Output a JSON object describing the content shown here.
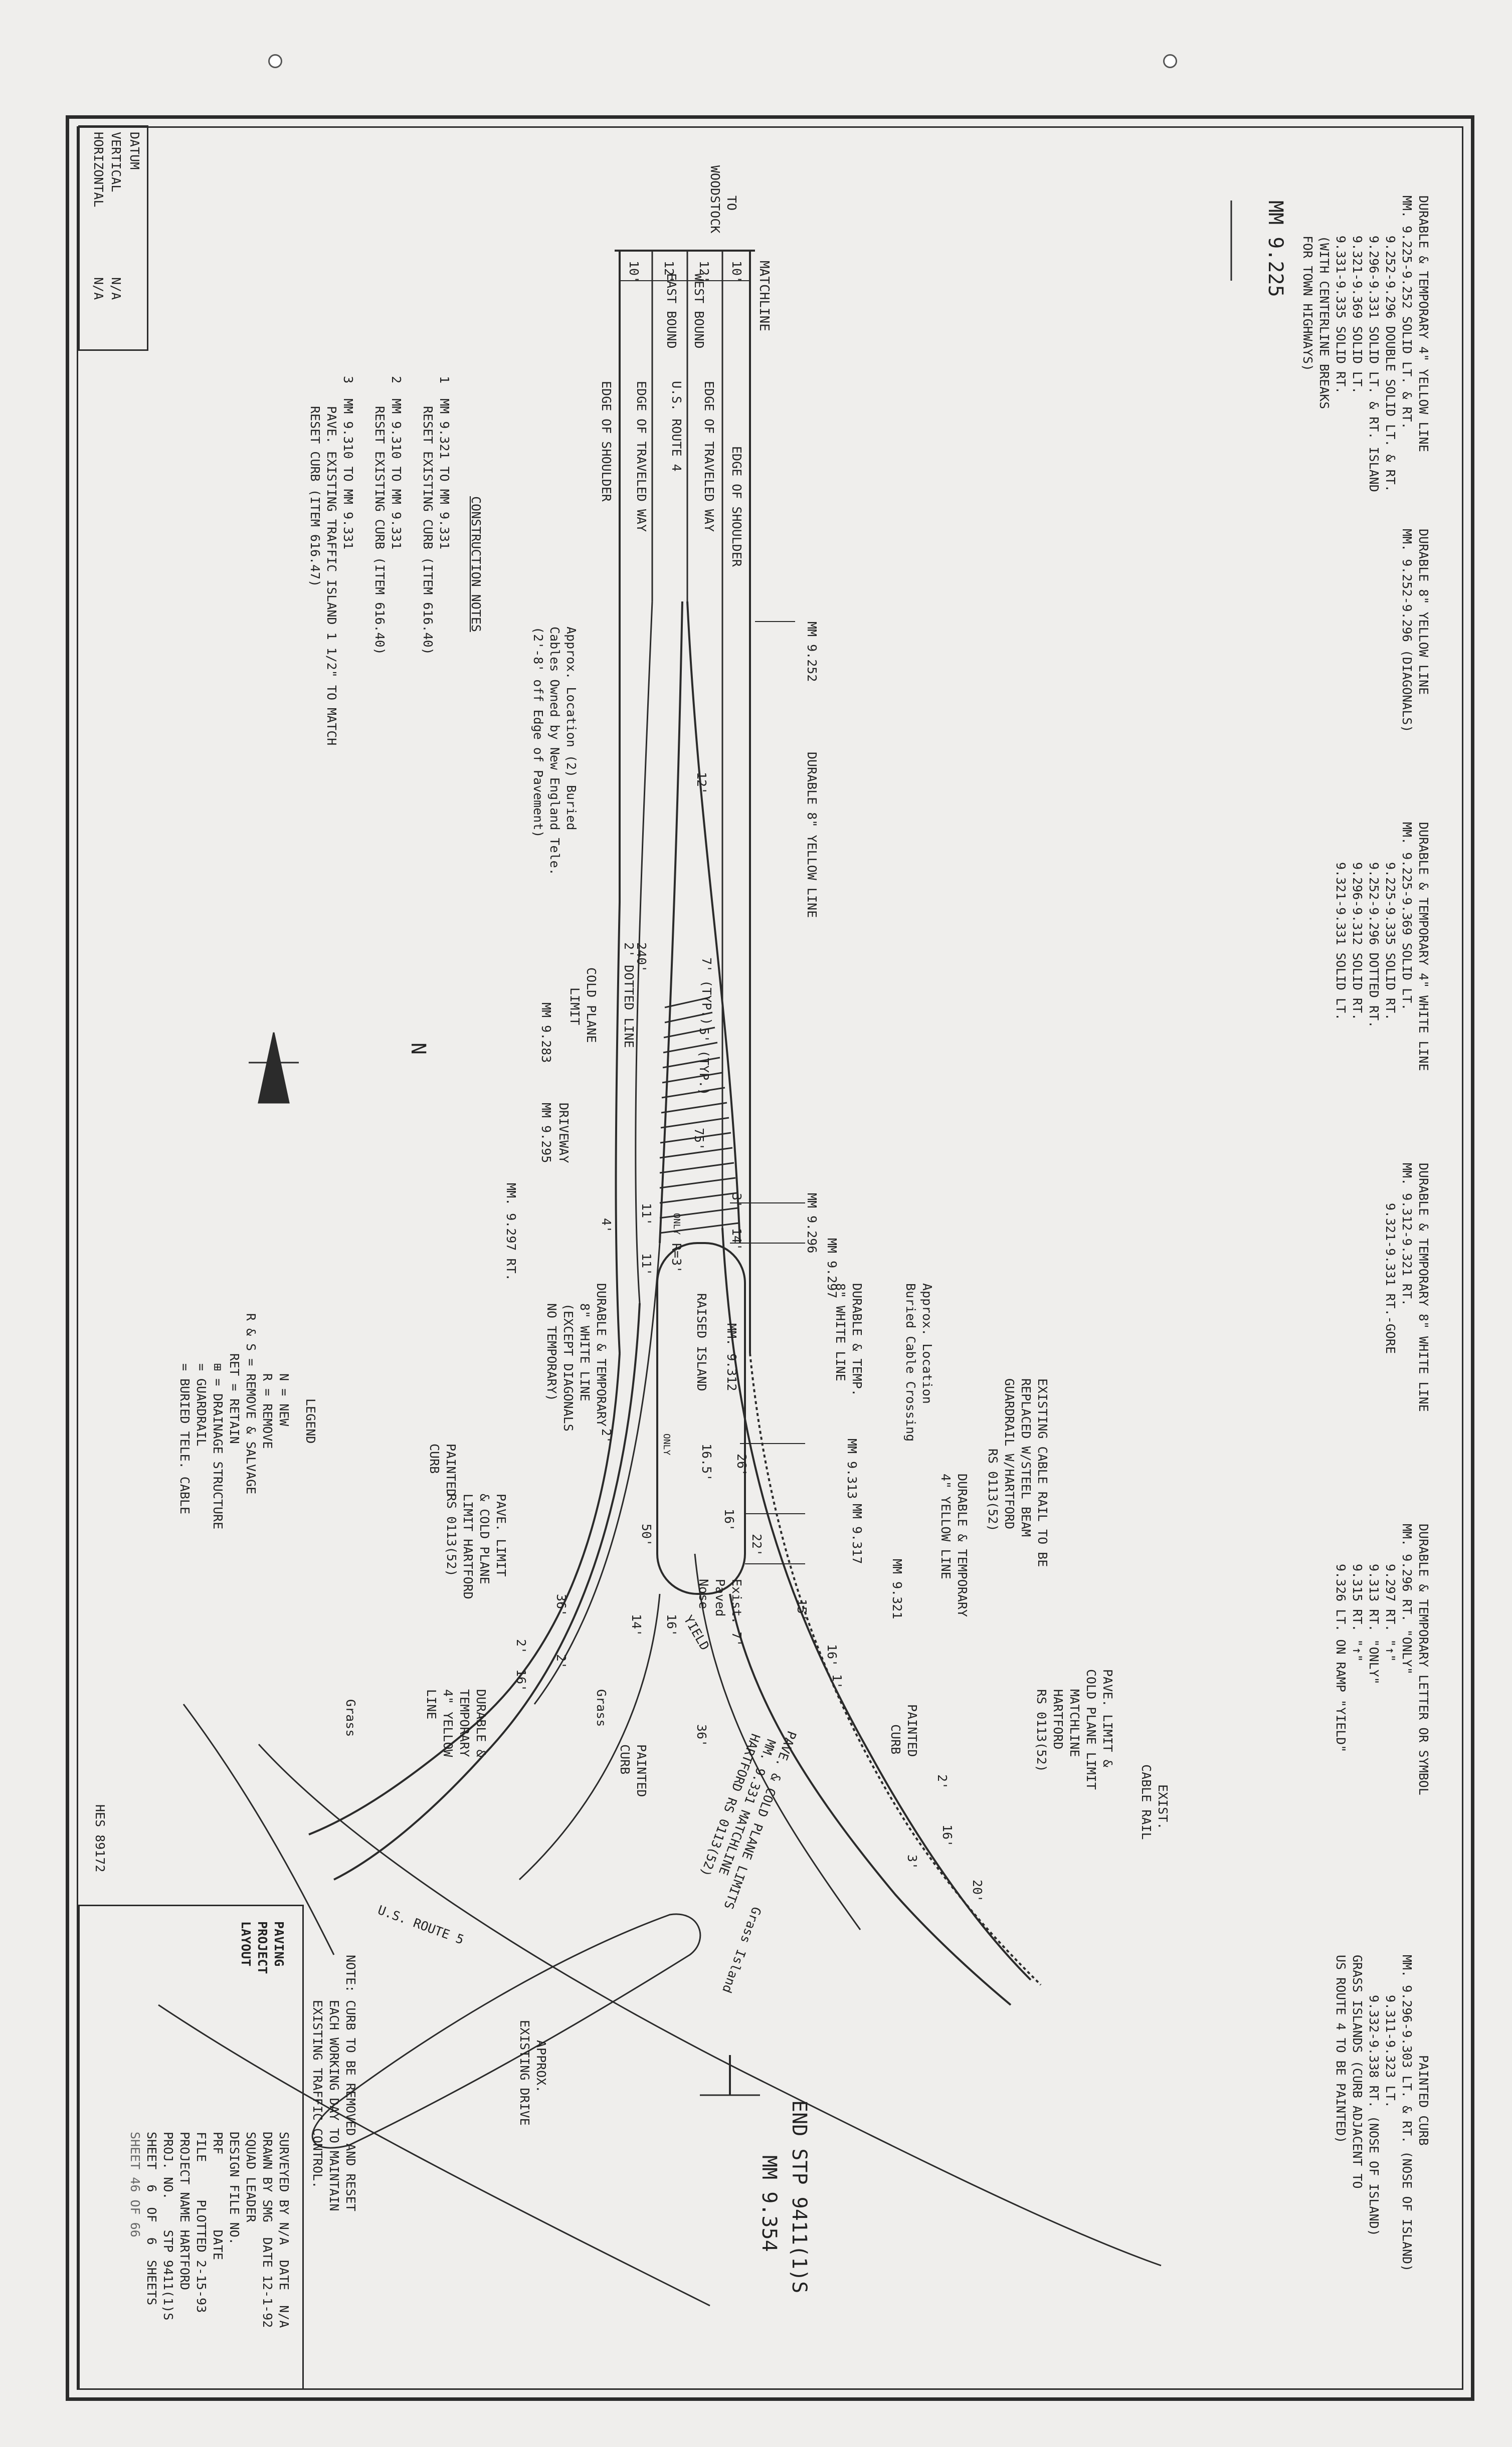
{
  "mm_start": "MM 9.225",
  "mm_end": "MM 9.354",
  "end_label": "END STP 9411(1)S",
  "to_label": "TO",
  "to_town": "WOODSTOCK",
  "matchline": "MATCHLINE",
  "north": "N",
  "hes": "HES 89172",
  "datum": {
    "title": "DATUM",
    "vertical": "VERTICAL",
    "horizontal": "HORIZONTAL",
    "v_val": "N/A",
    "h_val": "N/A"
  },
  "notes_top": [
    {
      "title": "DURABLE & TEMPORARY 4\" YELLOW LINE",
      "lines": [
        "MM. 9.225-9.252 SOLID LT. & RT.",
        "9.252-9.296 DOUBLE SOLID LT. & RT.",
        "9.296-9.331 SOLID LT. & RT. ISLAND",
        "9.321-9.369 SOLID LT.",
        "9.331-9.335 SOLID RT.",
        "(WITH CENTERLINE BREAKS",
        "FOR TOWN HIGHWAYS)"
      ]
    },
    {
      "title": "DURABLE 8\" YELLOW LINE",
      "lines": [
        "MM. 9.252-9.296 (DIAGONALS)"
      ]
    },
    {
      "title": "DURABLE & TEMPORARY 4\" WHITE LINE",
      "lines": [
        "MM. 9.225-9.369 SOLID LT.",
        "9.225-9.335 SOLID RT.",
        "9.252-9.296 DOTTED RT.",
        "9.296-9.312 SOLID RT.",
        "9.321-9.331 SOLID LT."
      ]
    },
    {
      "title": "DURABLE & TEMPORARY 8\" WHITE LINE",
      "lines": [
        "MM. 9.312-9.321 RT.",
        "9.321-9.331 RT.-GORE"
      ]
    },
    {
      "title": "DURABLE & TEMPORARY LETTER OR SYMBOL",
      "lines": [
        "MM. 9.296 RT. \"ONLY\"",
        "9.297 RT. \"↑\"",
        "9.313 RT. \"ONLY\"",
        "9.315 RT. \"↑\"",
        "9.326 LT. ON RAMP \"YIELD\""
      ]
    },
    {
      "title": "PAINTED CURB",
      "lines": [
        "MM. 9.296-9.303 LT. & RT. (NOSE OF ISLAND)",
        "9.311-9.323 LT.",
        "9.332-9.338 RT. (NOSE OF ISLAND)",
        "GRASS ISLANDS (CURB ADJACENT TO",
        "US ROUTE 4 TO BE PAINTED)"
      ]
    }
  ],
  "construction_notes": {
    "title": "CONSTRUCTION NOTES",
    "items": [
      {
        "num": "1",
        "lines": [
          "MM 9.321 TO MM 9.331",
          "RESET EXISTING CURB (ITEM 616.40)"
        ]
      },
      {
        "num": "2",
        "lines": [
          "MM 9.310 TO MM 9.331",
          "RESET EXISTING CURB (ITEM 616.40)"
        ]
      },
      {
        "num": "3",
        "lines": [
          "MM 9.310 TO MM 9.331",
          "PAVE. EXISTING TRAFFIC ISLAND 1 1/2\" TO MATCH",
          "RESET CURB (ITEM 616.47)"
        ]
      }
    ]
  },
  "legend": {
    "title": "LEGEND",
    "items": [
      "N = NEW",
      "R = REMOVE",
      "R & S = REMOVE & SALVAGE",
      "RET = RETAIN",
      "⊞ = DRAINAGE STRUCTURE",
      "= GUARDRAIL",
      "= BURIED TELE. CABLE"
    ]
  },
  "note": [
    "NOTE: CURB TO BE REMOVED AND RESET",
    "EACH WORKING DAY TO MAINTAIN",
    "EXISTING TRAFFIC CONTROL."
  ],
  "road_labels": {
    "edge_shoulder": "EDGE OF SHOULDER",
    "edge_traveled": "EDGE OF TRAVELED WAY",
    "route": "U.S. ROUTE 4",
    "west_bound": "WEST BOUND",
    "east_bound": "EAST BOUND",
    "us5": "U.S. ROUTE 5",
    "raised_island": "RAISED ISLAND",
    "grass_island": "Grass Island",
    "grass": "Grass",
    "yield": "YIELD",
    "only": "ONLY"
  },
  "dims": [
    "10'",
    "12'",
    "12'",
    "10'",
    "12'",
    "7' (TYP.)",
    "5' (TYP.)",
    "240'",
    "2' DOTTED LINE",
    "75'",
    "3'",
    "14'",
    "11'",
    "11'",
    "4'",
    "R=3'",
    "26'",
    "16.5'",
    "16'",
    "22'",
    "15'",
    "16'",
    "1'",
    "2'",
    "16'",
    "3'",
    "20'",
    "36'",
    "16'",
    "14'",
    "36'",
    "2'",
    "16'",
    "2'",
    "50'",
    "2'"
  ],
  "mm_labels": [
    "MM 9.252",
    "MM 9.296",
    "MM 9.297",
    "MM. 9.312",
    "MM 9.313",
    "MM 9.317",
    "MM 9.321",
    "MM 9.283",
    "MM 9.295",
    "MM. 9.297 RT."
  ],
  "callouts": {
    "durable8yellow": "DURABLE 8\" YELLOW LINE",
    "buried_cable": [
      "Approx. Location (2) Buried",
      "Cables Owned by New England Tele.",
      "(2'-8' off Edge of Pavement)"
    ],
    "cold_plane": [
      "COLD PLANE",
      "LIMIT"
    ],
    "driveway": "DRIVEWAY",
    "dt8white": [
      "DURABLE & TEMP.",
      "8\" WHITE LINE"
    ],
    "dt8white2": [
      "DURABLE & TEMPORARY",
      "8\" WHITE LINE",
      "(EXCEPT DIAGONALS",
      "NO TEMPORARY)"
    ],
    "buried_crossing": [
      "Approx. Location",
      "Buried Cable Crossing"
    ],
    "cable_rail": [
      "EXISTING CABLE RAIL TO BE",
      "REPLACED W/STEEL BEAM",
      "GUARDRAIL W/HARTFORD",
      "RS 0113(52)"
    ],
    "dt4yellow": [
      "DURABLE & TEMPORARY",
      "4\" YELLOW LINE"
    ],
    "pave_limit": [
      "PAVE. LIMIT &",
      "COLD PLANE LIMIT",
      "MATCHLINE",
      "HARTFORD",
      "RS 0113(52)"
    ],
    "exist_rail": [
      "EXIST.",
      "CABLE RAIL"
    ],
    "painted_curb": [
      "PAINTED",
      "CURB"
    ],
    "pave_cold": [
      "PAVE. & COLD PLANE LIMITS",
      "MM. 9.331 MATCHLINE",
      "HARTFORD RS 0113(52)"
    ],
    "exist_paved": [
      "Exist. 7'",
      "Paved",
      "Nose"
    ],
    "painted_curb2": [
      "PAINTED",
      "CURB"
    ],
    "pave_limit2": [
      "PAVE. LIMIT",
      "& COLD PLANE",
      "LIMIT HARTFORD",
      "RS 0113(52)"
    ],
    "dt4yellow2": [
      "DURABLE &",
      "TEMPORARY",
      "4\" YELLOW",
      "LINE"
    ],
    "exist_drive": [
      "APPROX.",
      "EXISTING DRIVE"
    ],
    "painted_curb3": [
      "PAINTED",
      "CURB"
    ]
  },
  "title_block": {
    "title": [
      "PAVING",
      "PROJECT",
      "LAYOUT"
    ],
    "surveyed": "SURVEYED BY N/A  DATE  N/A",
    "drawn": "DRAWN BY SMG  DATE 12-1-92",
    "squad": "SQUAD LEADER",
    "design_file": "DESIGN FILE NO.",
    "prf": "PRF",
    "date": "DATE",
    "file": "FILE",
    "plotted": "PLOTTED 2-15-93",
    "project_name": "PROJECT NAME",
    "project_name_val": "HARTFORD",
    "proj_no": "PROJ. NO.",
    "proj_no_val": "STP 9411(1)S",
    "sheet": "SHEET  6  OF  6  SHEETS",
    "sheet2": "SHEET 46 OF 66"
  }
}
